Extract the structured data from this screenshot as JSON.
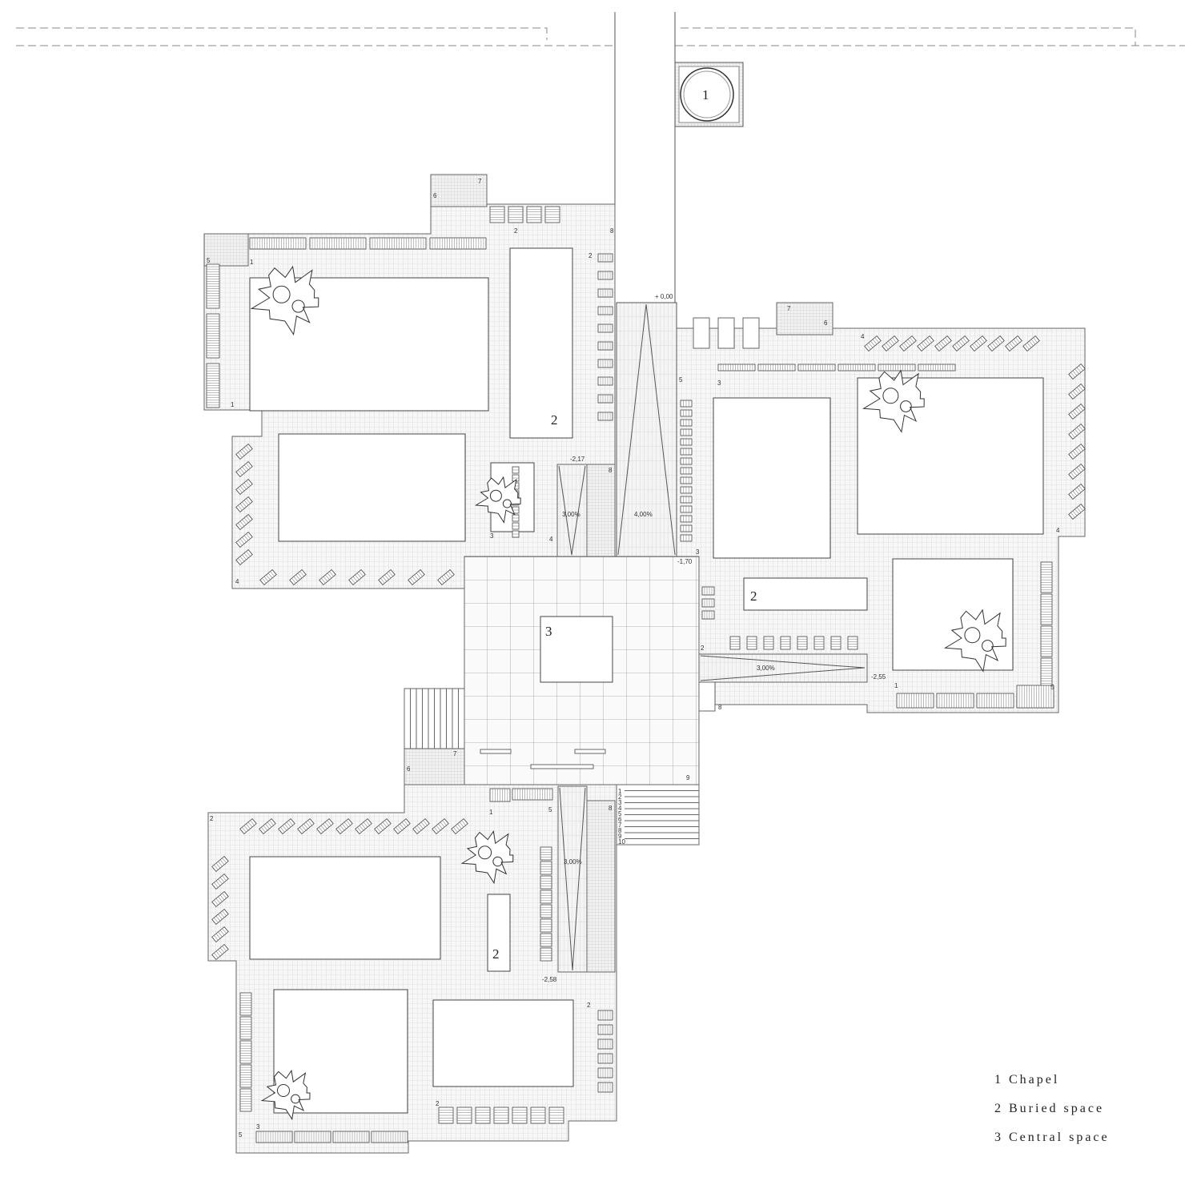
{
  "legend": [
    {
      "num": "1",
      "label": "Chapel"
    },
    {
      "num": "2",
      "label": "Buried space"
    },
    {
      "num": "3",
      "label": "Central space"
    }
  ],
  "space_labels": {
    "chapel": "1",
    "buried_nw": "2",
    "buried_east": "2",
    "buried_south": "2",
    "central": "3"
  },
  "levels": {
    "entry": "+ 0,00",
    "nw_ramp_bottom": "-2,17",
    "central_ramp_bottom": "-1,70",
    "east_ramp_bottom": "-2,55",
    "south_ramp_bottom": "-2,58"
  },
  "slopes": {
    "nw_ramp": "3,00%",
    "central_ramp": "4,00%",
    "east_ramp": "3,00%",
    "south_ramp": "3,00%"
  },
  "room_numbers": {
    "nw_wc6": "6",
    "nw_wc7": "7",
    "nw_2": "2",
    "nw_8": "8",
    "nw_5": "5",
    "nw_1a": "1",
    "nw_1b": "1",
    "nw_2b": "2",
    "nw_4": "4",
    "nw_3": "3",
    "nw_4b": "4",
    "nw_8b": "8",
    "e_wc7": "7",
    "e_wc6": "6",
    "e_5": "5",
    "e_3": "3",
    "e_3b": "3",
    "e_4a": "4",
    "e_4b": "4",
    "e_2": "2",
    "e_1": "1",
    "e_5b": "5",
    "e_8": "8",
    "c_9": "9",
    "s_wc6": "6",
    "s_wc7": "7",
    "s_1": "1",
    "s_5": "5",
    "s_8": "8",
    "s_2": "2",
    "s_2b": "2",
    "s_2c": "2",
    "s_5b": "5",
    "s_3": "3"
  },
  "stair_steps": [
    "1",
    "2",
    "3",
    "4",
    "5",
    "6",
    "7",
    "8",
    "9",
    "10"
  ]
}
